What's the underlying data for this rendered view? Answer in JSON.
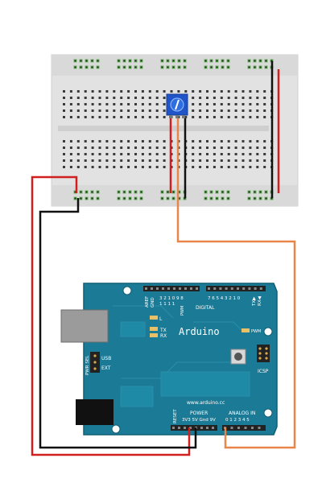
{
  "board": {
    "name": "Arduino",
    "website": "www.arduino.cc",
    "labels": {
      "aref": "AREF",
      "gnd": "GND",
      "digital": "DIGITAL",
      "pwm": "PWM",
      "tx": "TX",
      "rx": "RX",
      "tx_arrow": "TX▶",
      "rx_arrow": "RX◀",
      "l": "L",
      "pwm_led": "PWM",
      "usb": "USB",
      "ext": "EXT",
      "pwr_sel": "PWR SEL",
      "icsp": "ICSP",
      "reset": "RESET",
      "power": "POWER",
      "power_pins": "3V3 5V Gnd 9V",
      "analog_in": "ANALOG IN",
      "analog_pins": "0 1 2 3 4 5",
      "digital_pins_high": "1 1 1 1",
      "digital_pins_high2": "3 2 1 0 9 8",
      "digital_pins_low": "7 6 5 4 3 2 1 0"
    }
  },
  "colors": {
    "breadboard": "#e4e4e4",
    "board": "#1b7a95",
    "wire_red": "#d11f1f",
    "wire_black": "#111111",
    "wire_orange": "#e8864a",
    "potentiometer": "#1f55c8",
    "rail_green": "#66b55a"
  },
  "components": {
    "potentiometer": "potentiometer-icon"
  }
}
